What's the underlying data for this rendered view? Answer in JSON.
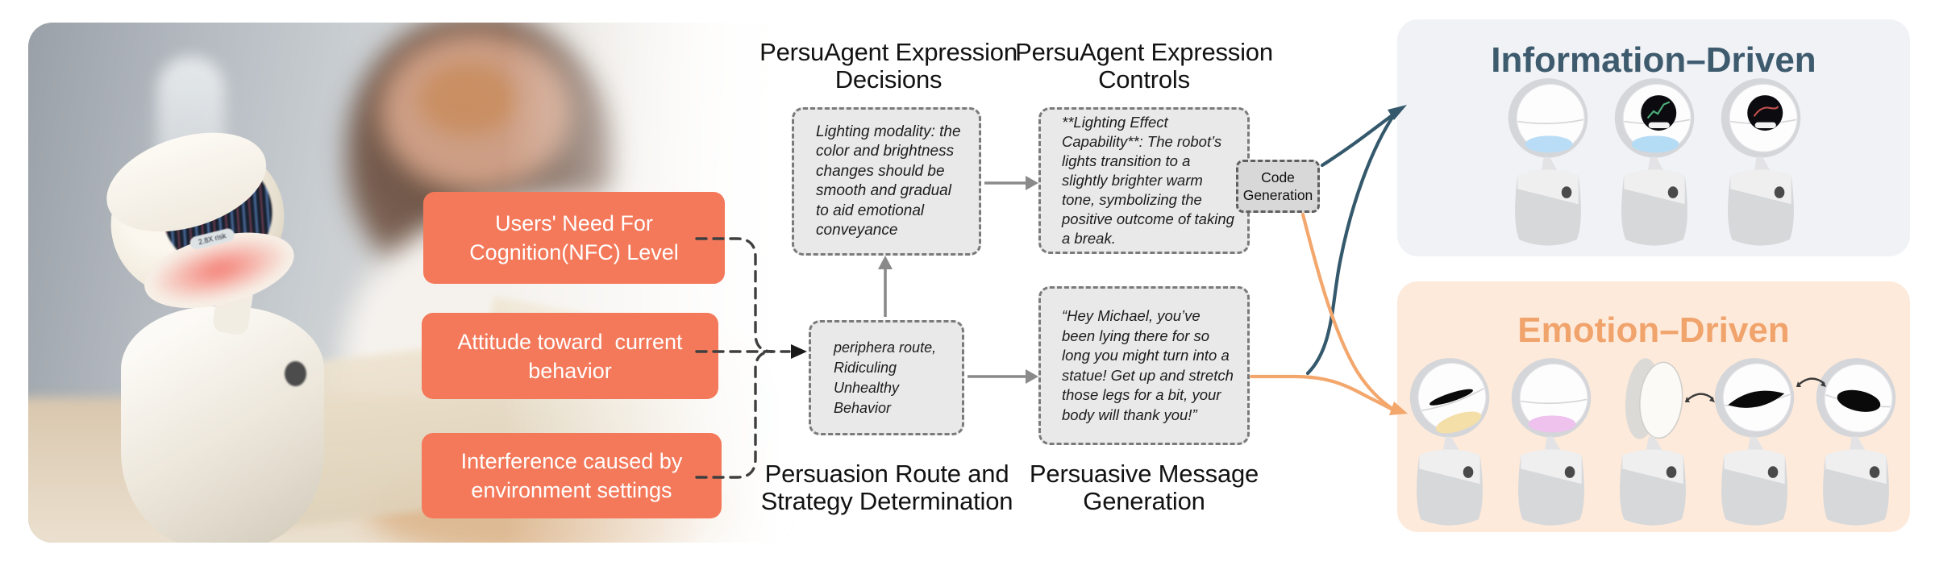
{
  "inputs": [
    {
      "label": "Users' Need For Cognition(NFC) Level"
    },
    {
      "label": "Attitude toward  current behavior"
    },
    {
      "label": "Interference caused by environment settings"
    }
  ],
  "stages": [
    {
      "title_lines": [
        "PersuAgent Expression",
        "Decisions"
      ],
      "note": "Lighting modality: the color and brightness changes should be smooth and gradual to aid emotional conveyance"
    },
    {
      "title_lines": [
        "PersuAgent Expression",
        "Controls"
      ],
      "note": "**Lighting Effect Capability**: The robot’s lights transition to a slightly brighter warm tone, symbolizing the positive outcome of taking a break."
    },
    {
      "title_lines": [
        "Persuasion Route and",
        "Strategy Determination"
      ],
      "note": "periphera route, Ridiculing Unhealthy Behavior"
    },
    {
      "title_lines": [
        "Persuasive Message",
        "Generation"
      ],
      "note": "“Hey Michael, you’ve been lying there for so long you might turn into a statue! Get up and stretch those legs for a bit, your body will thank you!”"
    }
  ],
  "code_box": {
    "label": "Code Generation"
  },
  "panels": {
    "information": {
      "title": "Information–Driven",
      "robots": [
        {
          "variant": "white-blue"
        },
        {
          "variant": "chart-green"
        },
        {
          "variant": "chart-red"
        }
      ]
    },
    "emotion": {
      "title": "Emotion–Driven",
      "robots": [
        {
          "variant": "closed-warm"
        },
        {
          "variant": "white-pink"
        },
        {
          "variant": "profile"
        },
        {
          "variant": "sleepy"
        },
        {
          "variant": "eye-tilt"
        }
      ]
    }
  },
  "photo": {
    "robot_screen_badge": "2.8X risk"
  },
  "colors": {
    "input_box": "#f4795a",
    "note_box_bg": "#e9e9e9",
    "code_box_bg": "#d8d8d8",
    "info_panel_bg": "#f0f2f6",
    "emotion_panel_bg": "#fdeadb",
    "info_title": "#3e5b6e",
    "emotion_title": "#f1a36c",
    "teal_arrow": "#35596c",
    "orange_arrow": "#f3a76c",
    "robot_glow_warm": "#f4dfa8",
    "robot_glow_pink": "#eec2ec",
    "robot_glow_blue": "#b9ddf6"
  }
}
